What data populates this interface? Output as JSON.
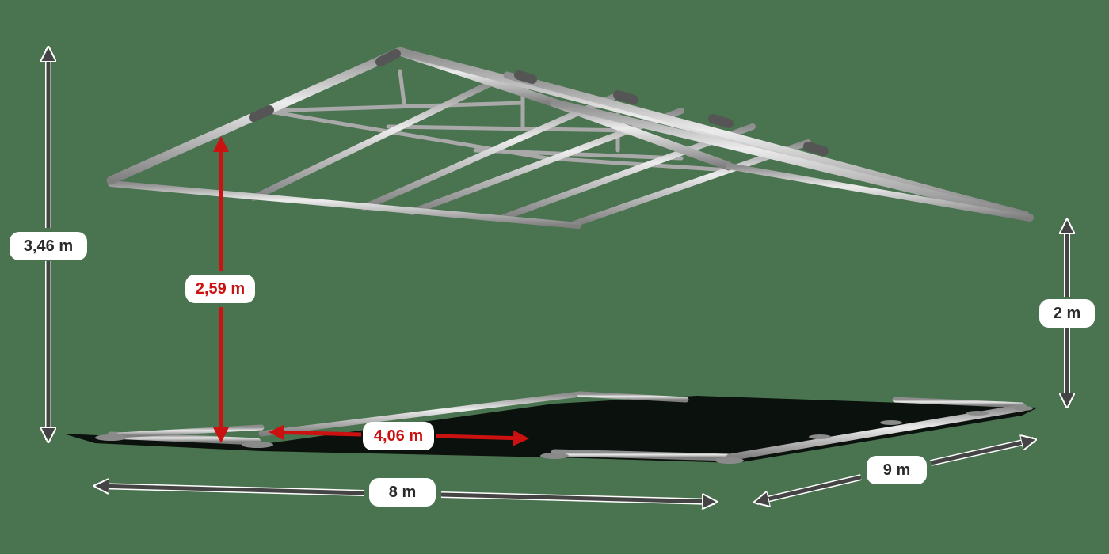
{
  "diagram": {
    "subject": "Tent frame with dimensions",
    "colors": {
      "background": "#4a7350",
      "frame": "#bdbdbd",
      "dimension_arrow": "#444444",
      "highlight_arrow": "#cc1111",
      "label_bg": "#ffffff"
    },
    "dimensions": {
      "total_height": {
        "value": "3,46 m",
        "kind": "overall height",
        "color": "dark"
      },
      "side_height": {
        "value": "2 m",
        "kind": "side wall height",
        "color": "dark"
      },
      "width": {
        "value": "8 m",
        "kind": "front width",
        "color": "dark"
      },
      "length": {
        "value": "9 m",
        "kind": "side length",
        "color": "dark"
      },
      "entrance_height": {
        "value": "2,59 m",
        "kind": "entrance clearance height",
        "color": "red"
      },
      "entrance_width": {
        "value": "4,06 m",
        "kind": "entrance width",
        "color": "red"
      }
    }
  }
}
